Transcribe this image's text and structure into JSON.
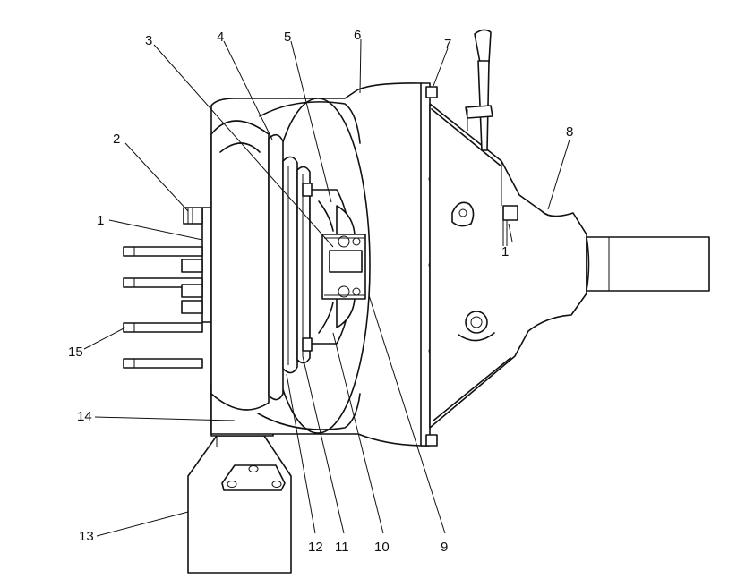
{
  "callouts": [
    {
      "id": "1-left",
      "text": "1"
    },
    {
      "id": "1-right",
      "text": "1"
    },
    {
      "id": "2",
      "text": "2"
    },
    {
      "id": "3",
      "text": "3"
    },
    {
      "id": "4",
      "text": "4"
    },
    {
      "id": "5",
      "text": "5"
    },
    {
      "id": "6",
      "text": "6"
    },
    {
      "id": "7",
      "text": "7"
    },
    {
      "id": "8",
      "text": "8"
    },
    {
      "id": "9",
      "text": "9"
    },
    {
      "id": "10",
      "text": "10"
    },
    {
      "id": "11",
      "text": "11"
    },
    {
      "id": "12",
      "text": "12"
    },
    {
      "id": "13",
      "text": "13"
    },
    {
      "id": "14",
      "text": "14"
    },
    {
      "id": "15",
      "text": "15"
    }
  ]
}
